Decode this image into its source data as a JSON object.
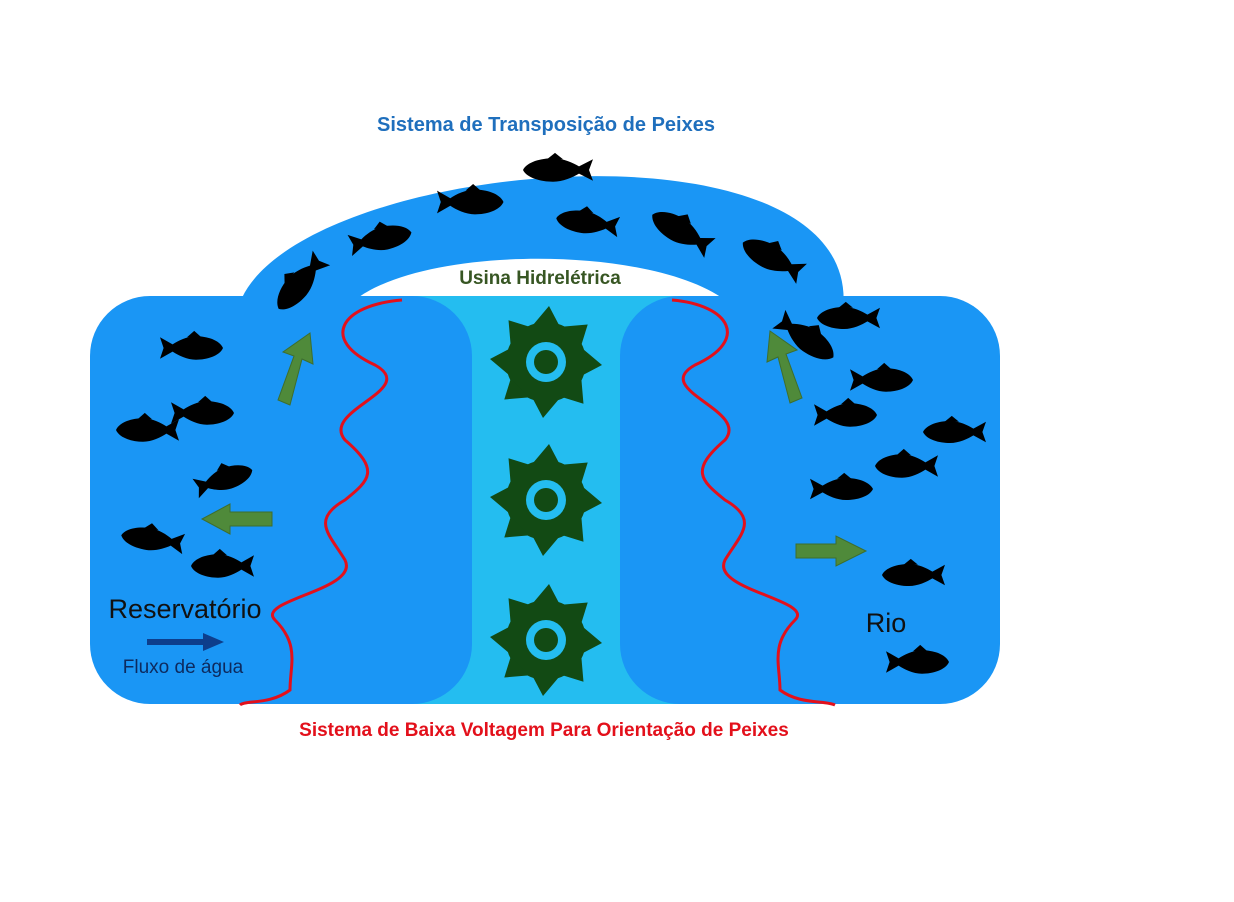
{
  "labels": {
    "fish_passage": "Sistema de Transposição de Peixes",
    "power_plant": "Usina Hidrelétrica",
    "reservoir": "Reservatório",
    "water_flow": "Fluxo de água",
    "river": "Rio",
    "guidance_system": "Sistema de Baixa Voltagem Para Orientação de Peixes"
  },
  "colors": {
    "water": "#1a96f5",
    "channel": "#24bdf0",
    "fish_passage_text": "#1f6fbd",
    "power_plant_text": "#375623",
    "guidance_text": "#e3101b",
    "electric_wave": "#e3101b",
    "turbine": "#124a14",
    "arrow": "#4f8a3a",
    "flow_arrow": "#0d3e8c",
    "fish": "#000000"
  },
  "icons": [
    "fish-icon",
    "turbine-icon",
    "movement-arrow-icon",
    "water-flow-arrow-icon",
    "electric-wave-icon"
  ]
}
